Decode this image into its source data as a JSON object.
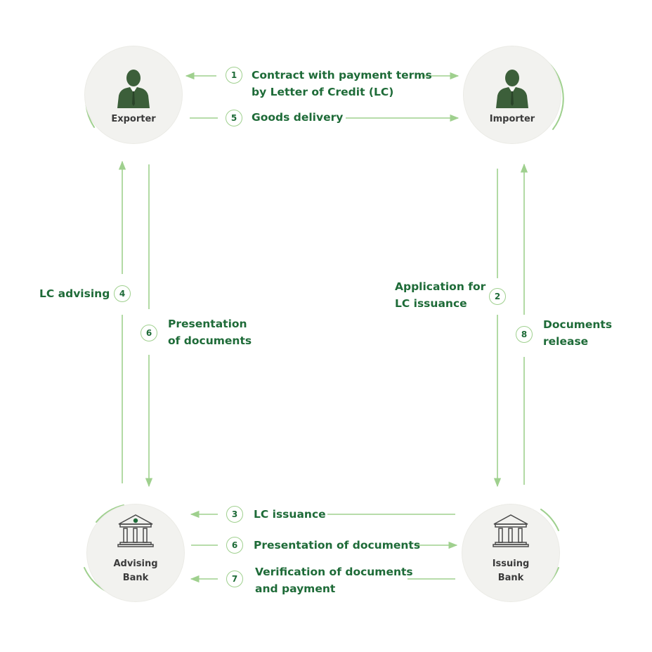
{
  "colors": {
    "arrow": "#9fd08e",
    "text": "#1e6b38",
    "node_fill": "#f2f2ef",
    "icon": "#3c5f3a"
  },
  "nodes": {
    "exporter": {
      "label": "Exporter",
      "icon": "person-icon"
    },
    "importer": {
      "label": "Importer",
      "icon": "person-icon"
    },
    "advising_bank": {
      "label_line1": "Advising",
      "label_line2": "Bank",
      "icon": "bank-icon"
    },
    "issuing_bank": {
      "label_line1": "Issuing",
      "label_line2": "Bank",
      "icon": "bank-icon"
    }
  },
  "steps": {
    "s1": {
      "number": "1",
      "line1": "Contract with payment terms",
      "line2": "by Letter of Credit (LC)"
    },
    "s2": {
      "number": "2",
      "line1": "Application for",
      "line2": "LC issuance"
    },
    "s3": {
      "number": "3",
      "line1": "LC issuance"
    },
    "s4": {
      "number": "4",
      "line1": "LC advising"
    },
    "s5": {
      "number": "5",
      "line1": "Goods delivery"
    },
    "s6a": {
      "number": "6",
      "line1": "Presentation",
      "line2": "of documents"
    },
    "s6b": {
      "number": "6",
      "line1": "Presentation of documents"
    },
    "s7": {
      "number": "7",
      "line1": "Verification of documents",
      "line2": "and payment"
    },
    "s8": {
      "number": "8",
      "line1": "Documents",
      "line2": "release"
    }
  }
}
